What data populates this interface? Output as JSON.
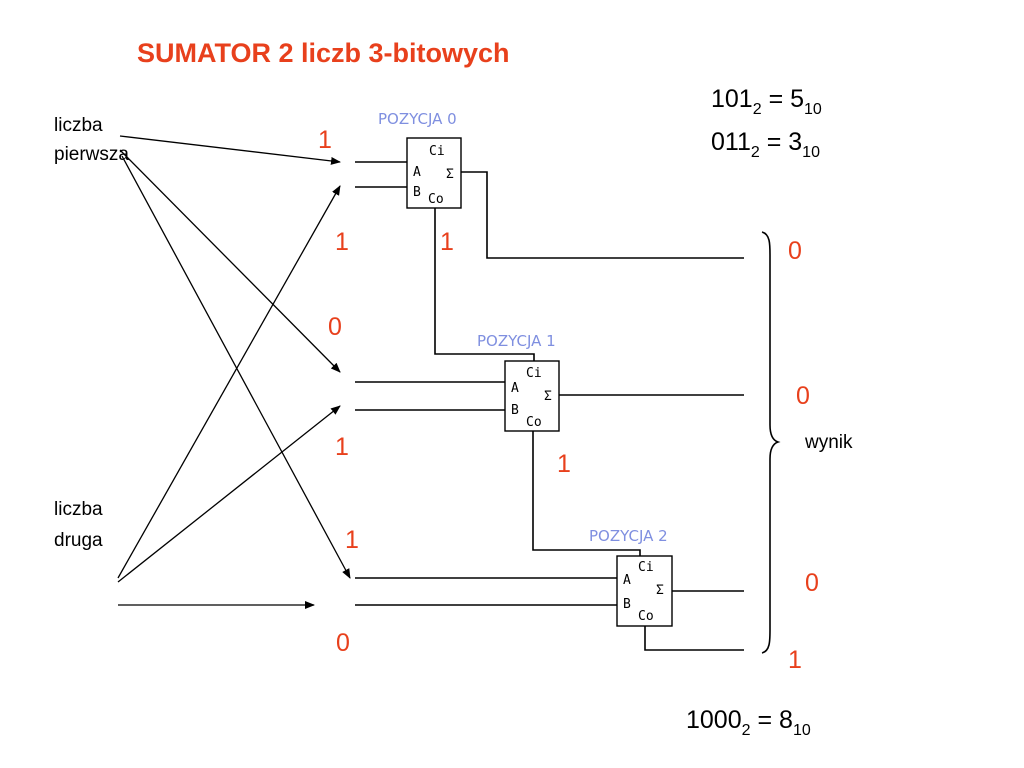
{
  "title": "SUMATOR 2 liczb 3-bitowych",
  "equations": {
    "eq1": {
      "base": "101",
      "base_sub": "2",
      "rhs": " = 5",
      "rhs_sub": "10"
    },
    "eq2": {
      "base": "011",
      "base_sub": "2",
      "rhs": " = 3",
      "rhs_sub": "10"
    },
    "result": {
      "base": "1000",
      "base_sub": "2",
      "rhs": " = 8",
      "rhs_sub": "10"
    }
  },
  "labels": {
    "first_number_line1": "liczba",
    "first_number_line2": "pierwsza",
    "second_number_line1": "liczba",
    "second_number_line2": "druga",
    "result": "wynik"
  },
  "adders": [
    {
      "label": "POZYCJA 0",
      "pin_a": "A",
      "pin_b": "B",
      "pin_ci": "Ci",
      "pin_co": "Co",
      "pin_sum": "Σ"
    },
    {
      "label": "POZYCJA 1",
      "pin_a": "A",
      "pin_b": "B",
      "pin_ci": "Ci",
      "pin_co": "Co",
      "pin_sum": "Σ"
    },
    {
      "label": "POZYCJA 2",
      "pin_a": "A",
      "pin_b": "B",
      "pin_ci": "Ci",
      "pin_co": "Co",
      "pin_sum": "Σ"
    }
  ],
  "input_bits": {
    "pos0_a": "1",
    "pos0_b": "1",
    "pos1_a": "0",
    "pos1_b": "1",
    "pos2_a": "1",
    "pos2_b": "0"
  },
  "carry_bits": {
    "carry0": "1",
    "carry1": "1"
  },
  "output_bits": [
    "0",
    "0",
    "0",
    "1"
  ],
  "colors": {
    "accent": "#e8401c",
    "adder_label": "#7f8fe0",
    "line": "#000000"
  }
}
